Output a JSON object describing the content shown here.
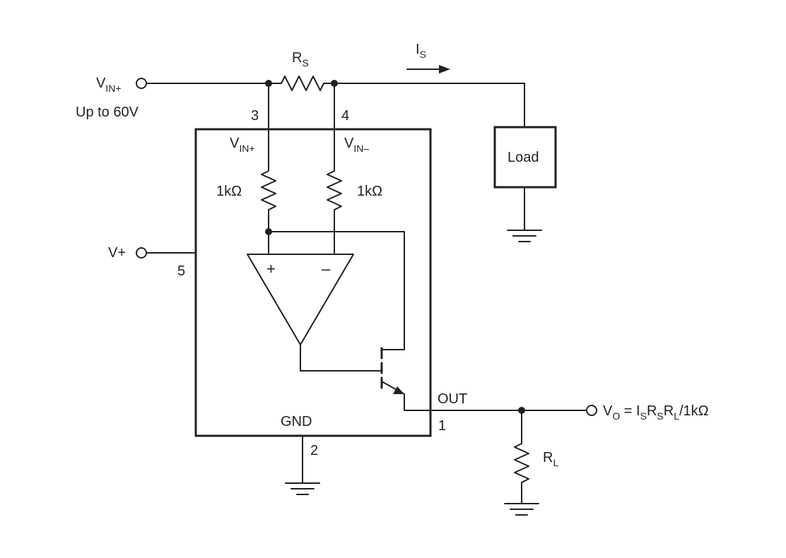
{
  "labels": {
    "vin_plus_input": {
      "main": "V",
      "sub": "IN+"
    },
    "supply_note": "Up to 60V",
    "rs": {
      "main": "R",
      "sub": "S"
    },
    "is": {
      "main": "I",
      "sub": "S"
    },
    "pin3": "3",
    "pin4": "4",
    "pin5": "5",
    "pin1": "1",
    "pin2": "2",
    "vin_plus_pin": {
      "main": "V",
      "sub": "IN+"
    },
    "vin_minus_pin": {
      "main": "V",
      "sub": "IN–"
    },
    "res_left": "1kΩ",
    "res_right": "1kΩ",
    "vplus": "V+",
    "opamp_plus": "+",
    "opamp_minus": "–",
    "load": "Load",
    "out": "OUT",
    "gnd": "GND",
    "rl": {
      "main": "R",
      "sub": "L"
    },
    "vo": {
      "v": "V",
      "v_sub": "O",
      "eq": " = I",
      "is_sub": "S",
      "r1": "R",
      "r1_sub": "S",
      "r2": "R",
      "r2_sub": "L",
      "tail": "/1kΩ"
    }
  }
}
